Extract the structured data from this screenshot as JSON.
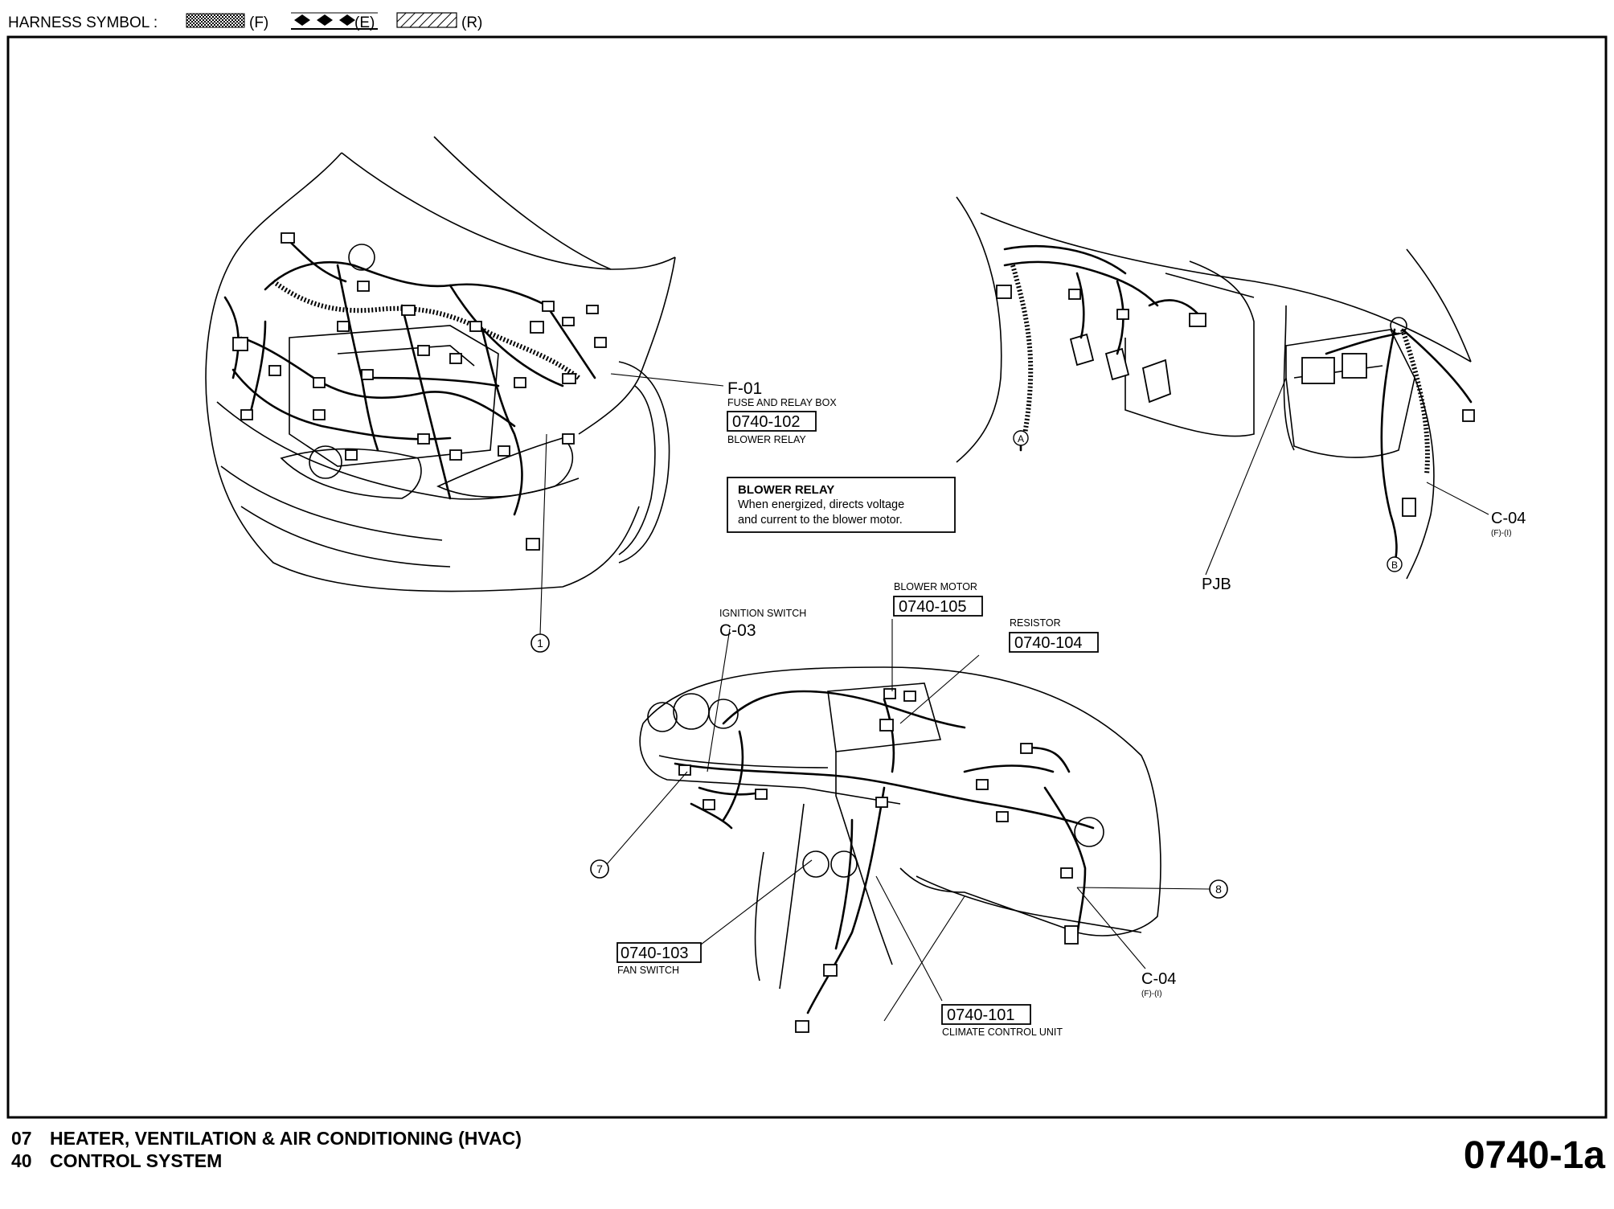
{
  "legend": {
    "label": "HARNESS SYMBOL :",
    "f": "(F)",
    "e": "(E)",
    "r": "(R)"
  },
  "callouts": {
    "f01_code": "F-01",
    "f01_name": "FUSE AND RELAY BOX",
    "f01_ref": "0740-102",
    "f01_sub": "BLOWER RELAY",
    "note_title": "BLOWER RELAY",
    "note_line1": "When energized, directs voltage",
    "note_line2": "and current to the blower motor.",
    "c04_top_code": "C-04",
    "c04_top_sub": "(F)-(I)",
    "pjb": "PJB",
    "blower_motor_name": "BLOWER MOTOR",
    "blower_motor_ref": "0740-105",
    "resistor_name": "RESISTOR",
    "resistor_ref": "0740-104",
    "ign_name": "IGNITION SWITCH",
    "ign_code": "C-03",
    "fan_ref": "0740-103",
    "fan_name": "FAN SWITCH",
    "ccu_ref": "0740-101",
    "ccu_name": "CLIMATE CONTROL UNIT",
    "c04_bot_code": "C-04",
    "c04_bot_sub": "(F)-(I)"
  },
  "markers": {
    "m1": "1",
    "m7": "7",
    "m8": "8",
    "ma": "A",
    "mb": "B"
  },
  "footer": {
    "line1_num": "07",
    "line1_text": "HEATER, VENTILATION & AIR CONDITIONING (HVAC)",
    "line2_num": "40",
    "line2_text": "CONTROL SYSTEM",
    "page_code": "0740-1a"
  }
}
